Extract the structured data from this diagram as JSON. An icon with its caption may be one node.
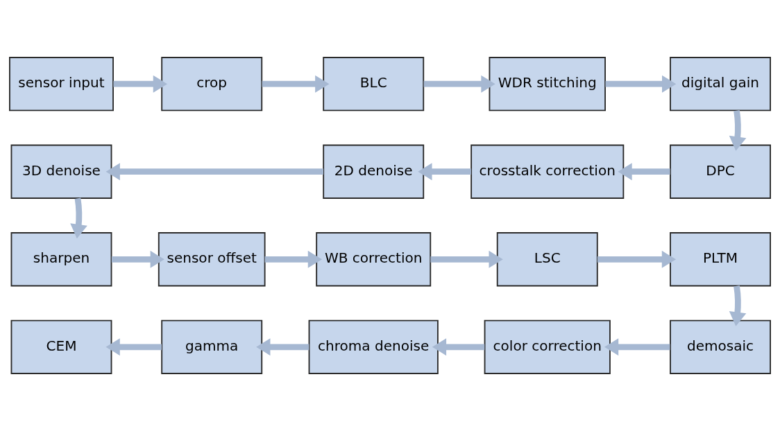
{
  "diagram": {
    "nodes": [
      {
        "text": [
          "sensor input"
        ]
      },
      {
        "text": [
          "crop"
        ]
      },
      {
        "text": [
          "BLC"
        ]
      },
      {
        "text": [
          "WDR stitching"
        ]
      },
      {
        "text": [
          "digital gain"
        ]
      },
      {
        "text": [
          "DPC"
        ]
      },
      {
        "text": [
          "crosstalk correction"
        ]
      },
      {
        "text": [
          "2D denoise"
        ]
      },
      {
        "text": [
          "3D denoise"
        ]
      },
      {
        "text": [
          "sharpen"
        ]
      },
      {
        "text": [
          "sensor offset"
        ]
      },
      {
        "text": [
          "WB correction"
        ]
      },
      {
        "text": [
          "LSC"
        ]
      },
      {
        "text": [
          "PLTM"
        ]
      },
      {
        "text": [
          "demosaic"
        ]
      },
      {
        "text": [
          "color correction"
        ]
      },
      {
        "text": [
          "chroma denoise"
        ]
      },
      {
        "text": [
          "gamma"
        ]
      },
      {
        "text": [
          "CEM"
        ]
      }
    ],
    "edges": [
      {
        "from": 0,
        "to": 1,
        "arrow": "to"
      },
      {
        "from": 1,
        "to": 2,
        "arrow": "to"
      },
      {
        "from": 2,
        "to": 3,
        "arrow": "to"
      },
      {
        "from": 3,
        "to": 4,
        "arrow": "to"
      },
      {
        "from": 4,
        "to": 5,
        "arrow": "to"
      },
      {
        "from": 5,
        "to": 6,
        "arrow": "to"
      },
      {
        "from": 6,
        "to": 7,
        "arrow": "to"
      },
      {
        "from": 7,
        "to": 8,
        "arrow": "to"
      },
      {
        "from": 8,
        "to": 9,
        "arrow": "to"
      },
      {
        "from": 9,
        "to": 10,
        "arrow": "to"
      },
      {
        "from": 10,
        "to": 11,
        "arrow": "to"
      },
      {
        "from": 11,
        "to": 12,
        "arrow": "to"
      },
      {
        "from": 12,
        "to": 13,
        "arrow": "to"
      },
      {
        "from": 13,
        "to": 14,
        "arrow": "to"
      },
      {
        "from": 14,
        "to": 15,
        "arrow": "to"
      },
      {
        "from": 15,
        "to": 16,
        "arrow": "to"
      },
      {
        "from": 16,
        "to": 17,
        "arrow": "to"
      },
      {
        "from": 17,
        "to": 18,
        "arrow": "to"
      }
    ]
  }
}
